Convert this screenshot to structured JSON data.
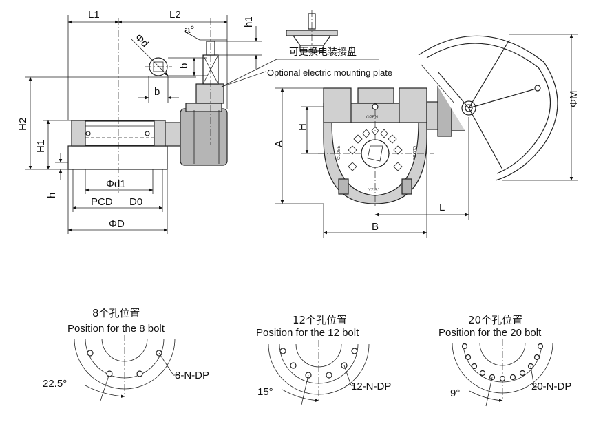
{
  "left_view": {
    "L1": "L1",
    "L2": "L2",
    "phi_d": "Φd",
    "a_deg": "a°",
    "h1": "h1",
    "b_vert": "b",
    "b_horiz": "b",
    "H2": "H2",
    "H1": "H1",
    "h": "h",
    "phi_d1": "Φd1",
    "pcd": "PCD",
    "d0": "D0",
    "phi_D": "ΦD"
  },
  "right_view": {
    "note_zh": "可更换电装接盘",
    "note_en": "Optional electric mounting plate",
    "A": "A",
    "H": "H",
    "B": "B",
    "L": "L",
    "phi_M": "ΦM",
    "open": "OPEN",
    "close_left": "CLOSE",
    "close_right": "CLOSE",
    "model": "YZ-3J"
  },
  "bolt_patterns": [
    {
      "title_zh": "8个孔位置",
      "title_en": "Position for the 8 bolt",
      "angle": "22.5°",
      "label": "8-N-DP"
    },
    {
      "title_zh": "12个孔位置",
      "title_en": "Position for the 12 bolt",
      "angle": "15°",
      "label": "12-N-DP"
    },
    {
      "title_zh": "20个孔位置",
      "title_en": "Position for the 20 bolt",
      "angle": "9°",
      "label": "20-N-DP"
    }
  ]
}
